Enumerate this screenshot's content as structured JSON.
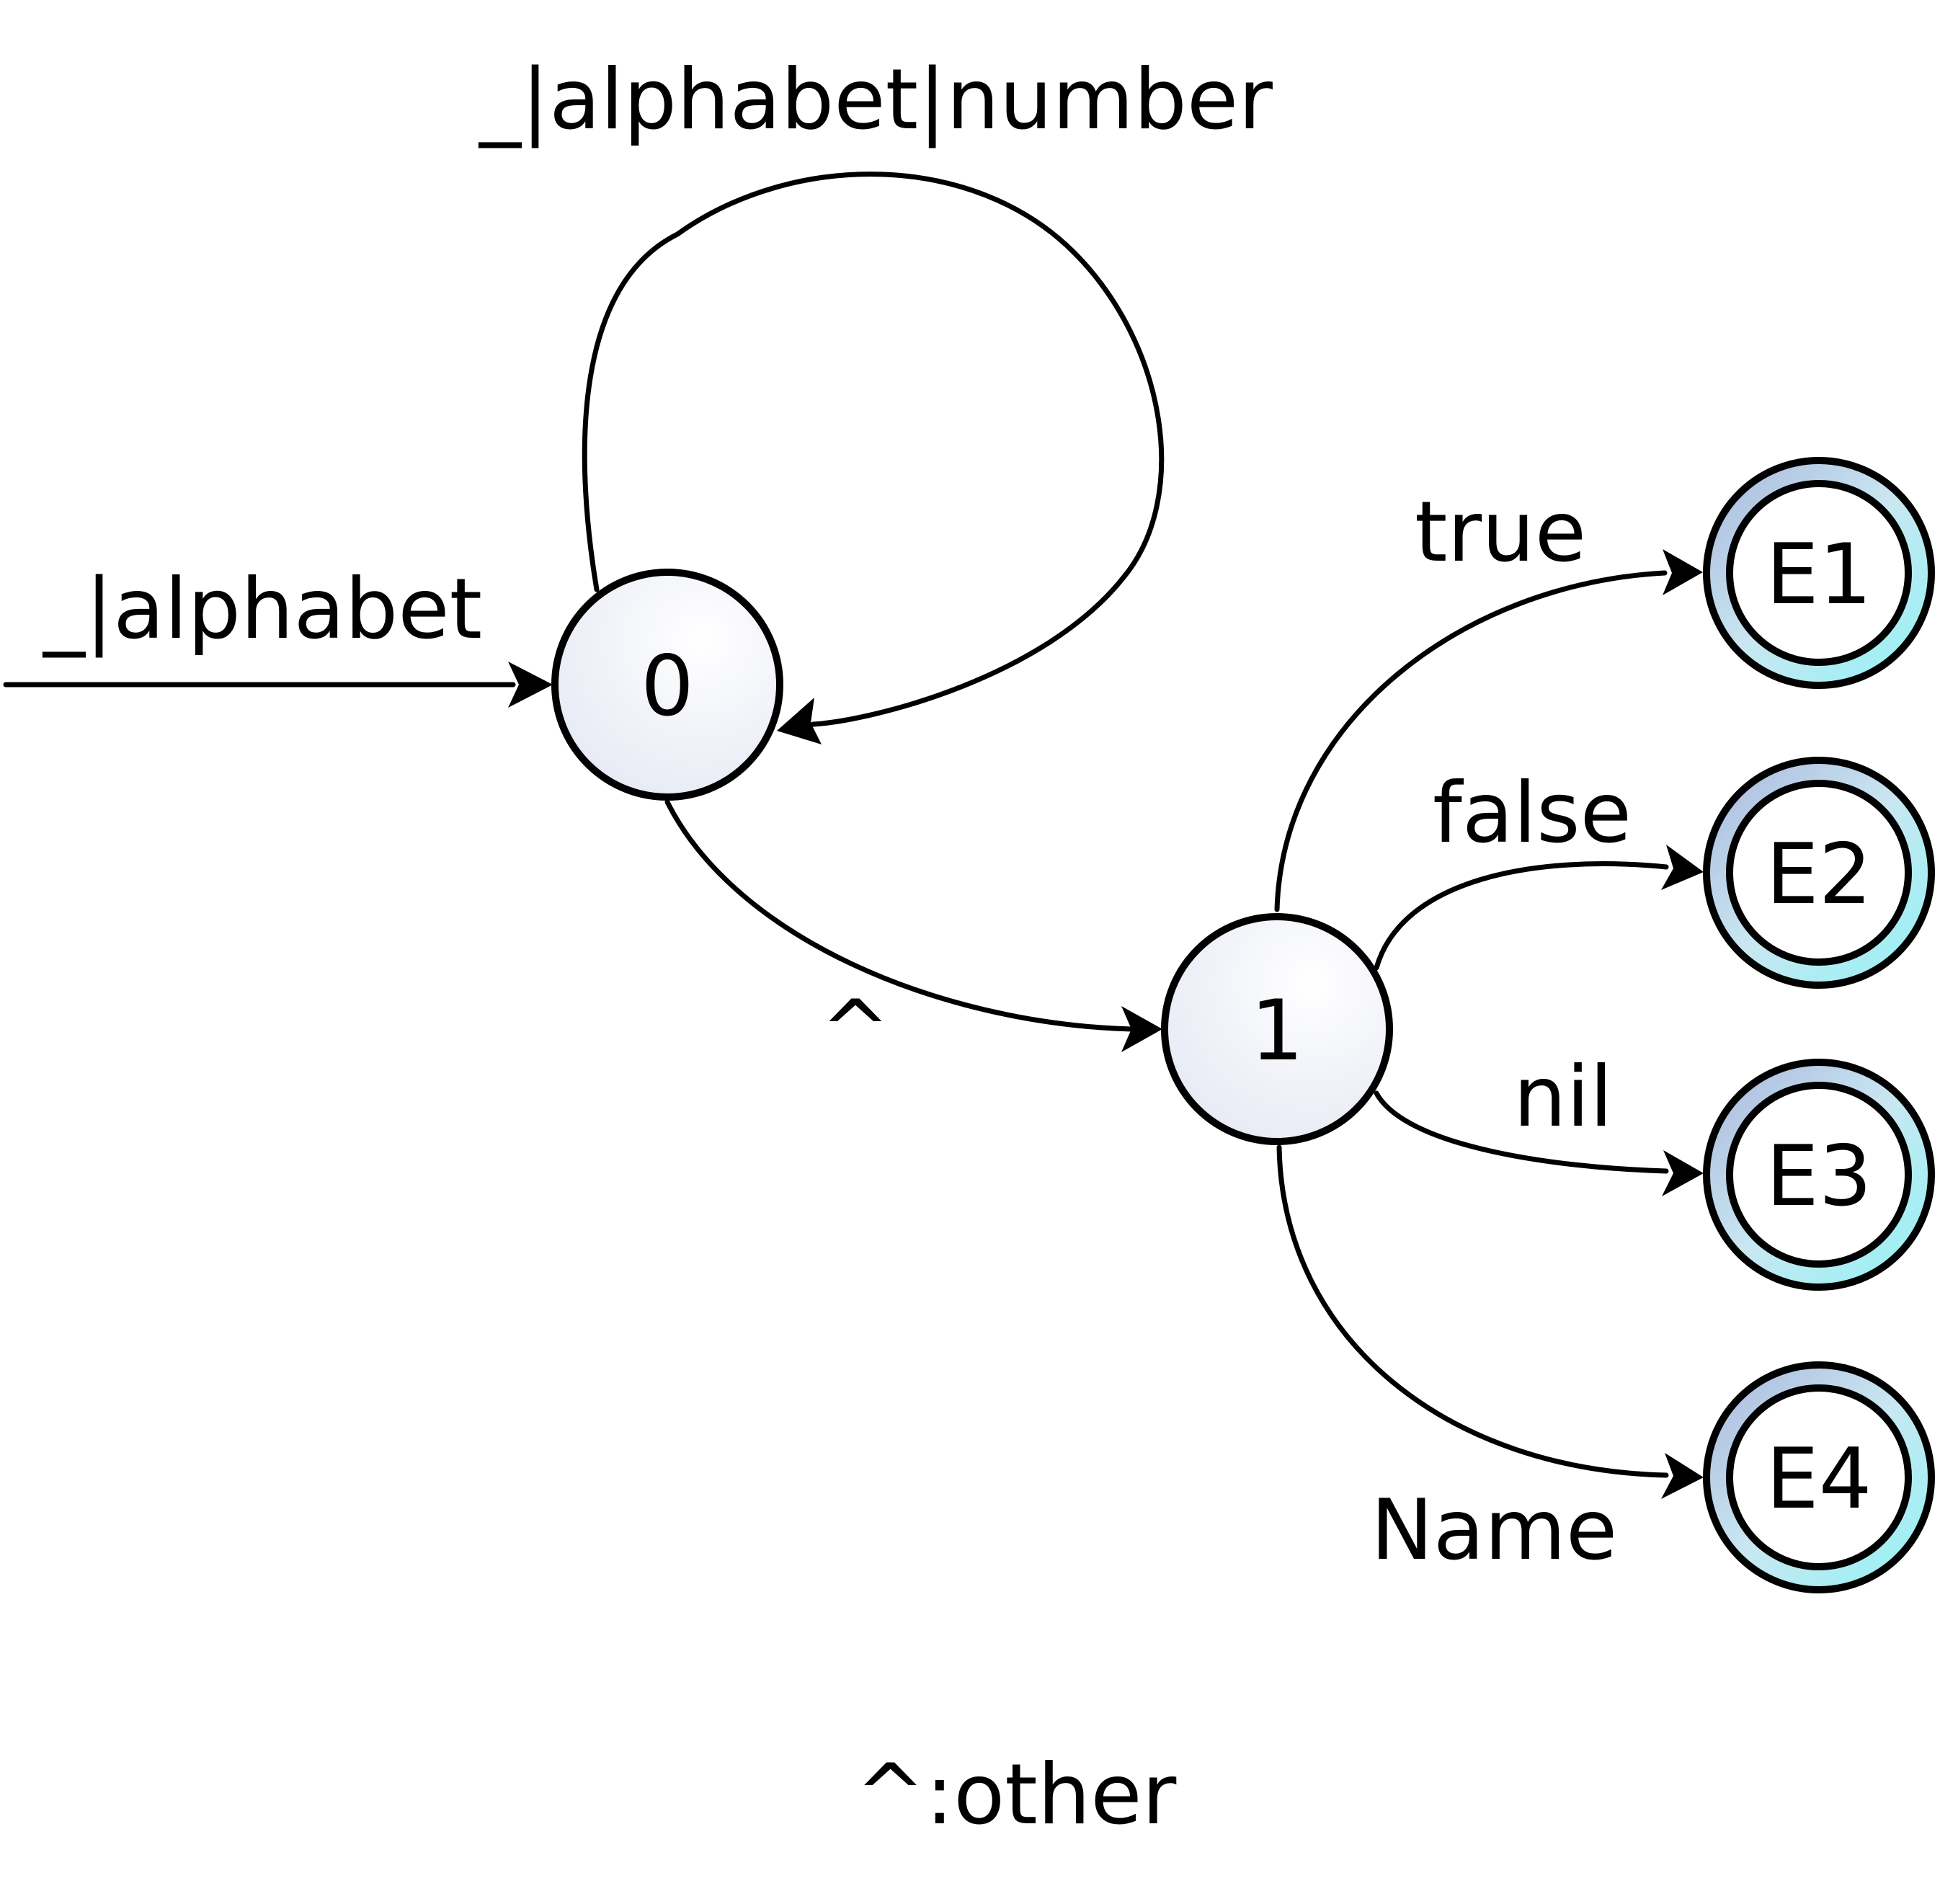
{
  "diagram": {
    "states": [
      {
        "id": "0",
        "label": "0",
        "final": false
      },
      {
        "id": "1",
        "label": "1",
        "final": false
      },
      {
        "id": "E1",
        "label": "E1",
        "final": true
      },
      {
        "id": "E2",
        "label": "E2",
        "final": true
      },
      {
        "id": "E3",
        "label": "E3",
        "final": true
      },
      {
        "id": "E4",
        "label": "E4",
        "final": true
      }
    ],
    "transitions": [
      {
        "from": "start",
        "to": "0",
        "label": "_|alphabet"
      },
      {
        "from": "0",
        "to": "0",
        "label": "_|alphabet|number"
      },
      {
        "from": "0",
        "to": "1",
        "label": "^"
      },
      {
        "from": "1",
        "to": "E1",
        "label": "true"
      },
      {
        "from": "1",
        "to": "E2",
        "label": "false"
      },
      {
        "from": "1",
        "to": "E3",
        "label": "nil"
      },
      {
        "from": "1",
        "to": "E4",
        "label": "Name"
      }
    ],
    "footnote": "^:other",
    "colors": {
      "node_fill_light": "#ffffff",
      "node_fill_shade": "#e6e9f4",
      "final_ring_top": "#a9b6dc",
      "final_ring_bottom": "#8ff3f6",
      "stroke": "#000000"
    }
  }
}
